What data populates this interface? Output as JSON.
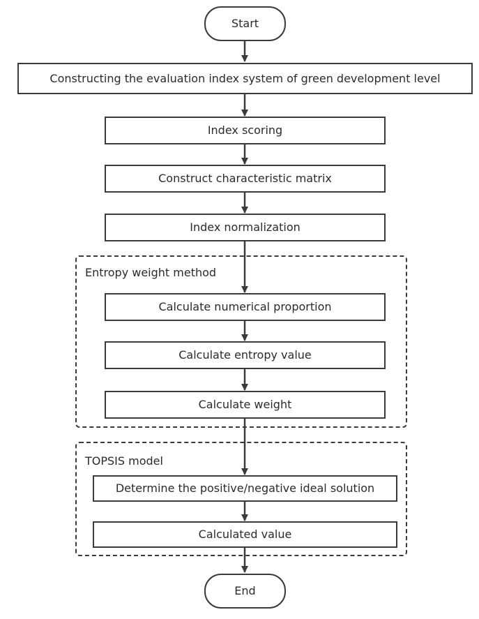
{
  "colors": {
    "stroke": "#3a3a3a",
    "text": "#2b2b2b",
    "background": "#ffffff"
  },
  "nodes": {
    "start": "Start",
    "constructing": "Constructing the evaluation index system of green development level",
    "index_scoring": "Index scoring",
    "characteristic_matrix": "Construct characteristic matrix",
    "normalization": "Index normalization",
    "numerical_proportion": "Calculate numerical proportion",
    "entropy_value": "Calculate entropy value",
    "weight": "Calculate weight",
    "ideal_solution": "Determine the positive/negative ideal solution",
    "calculated_value": "Calculated value",
    "end": "End"
  },
  "groups": {
    "entropy": "Entropy weight method",
    "topsis": "TOPSIS model"
  }
}
